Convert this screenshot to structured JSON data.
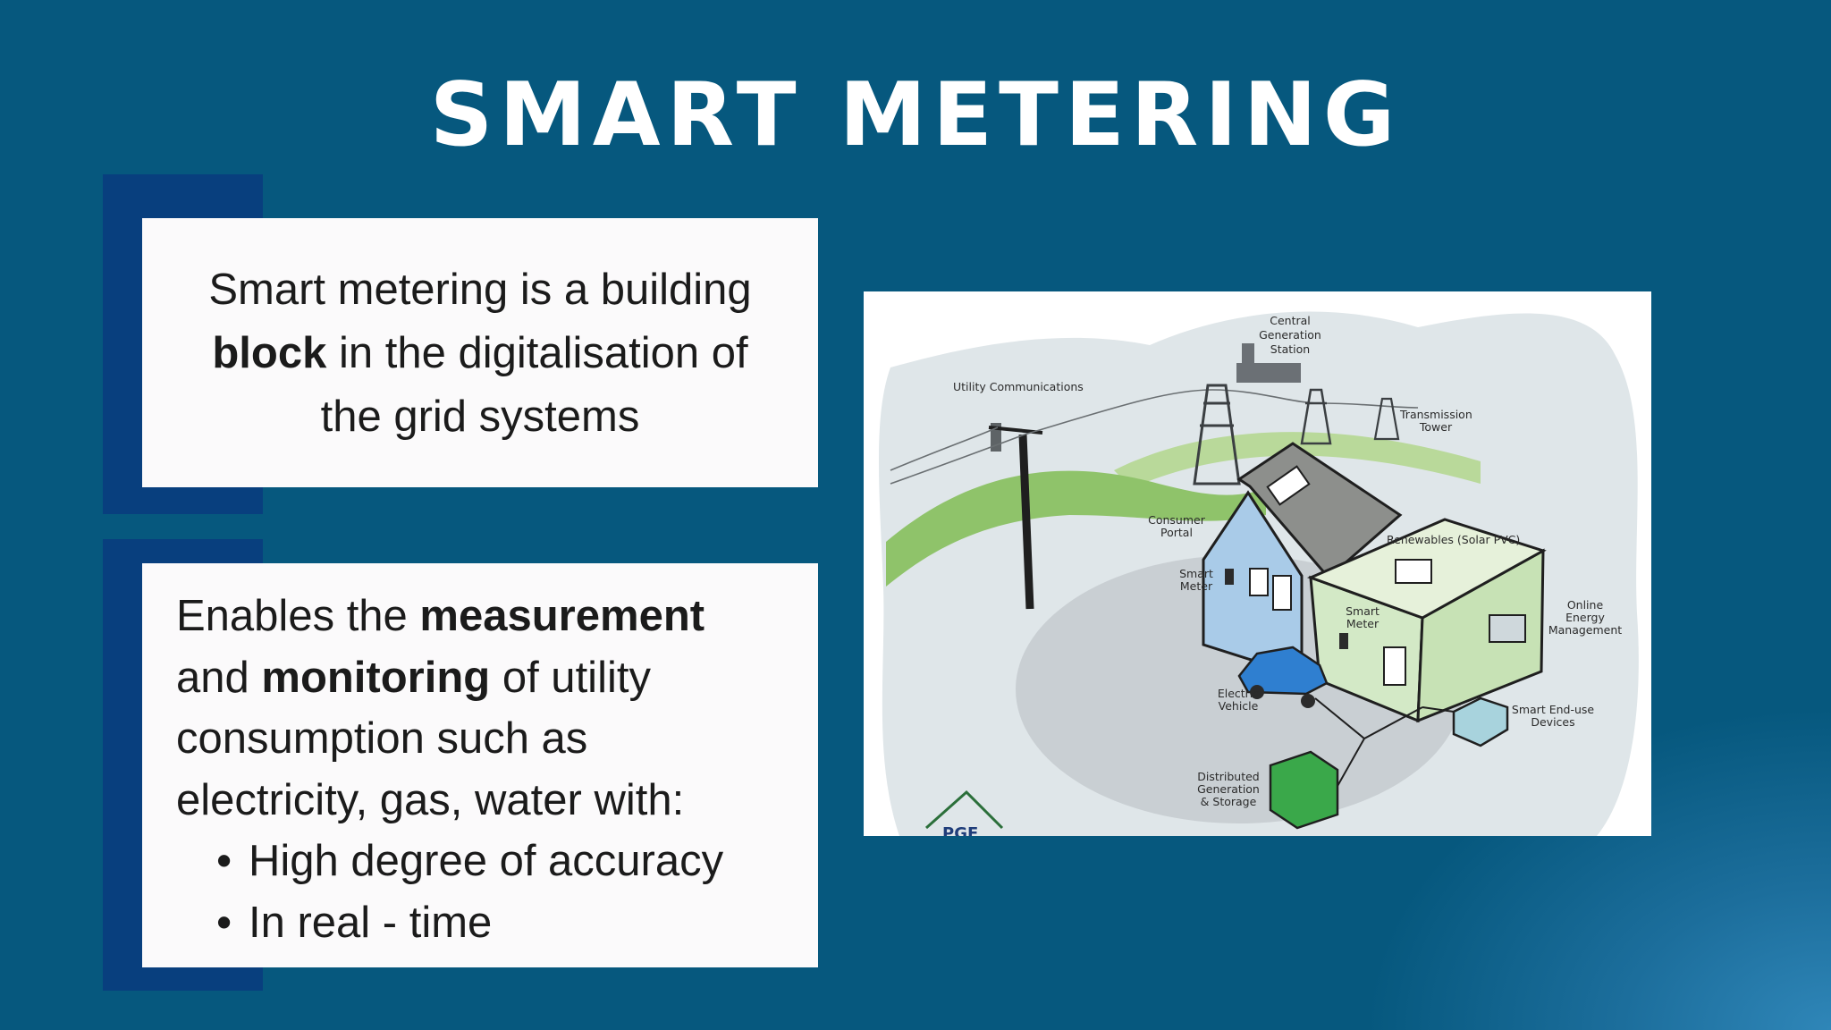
{
  "slide": {
    "title": "SMART METERING"
  },
  "card1": {
    "t1": "Smart metering is a building",
    "bold1": "block",
    "t2": " in the digitalisation of",
    "t3": "the grid systems"
  },
  "card2": {
    "t1": "Enables the ",
    "bold1": "measurement",
    "t2": "and ",
    "bold2": "monitoring",
    "t3": " of utility",
    "t4": "consumption such as",
    "t5": "electricity, gas, water with:",
    "bullets": [
      "High degree of accuracy",
      "In real - time"
    ]
  },
  "diagram": {
    "labels": {
      "central_1": "Central",
      "central_2": "Generation",
      "central_3": "Station",
      "utility_comm": "Utility Communications",
      "transmission_1": "Transmission",
      "transmission_2": "Tower",
      "consumer_1": "Consumer",
      "consumer_2": "Portal",
      "smart_meter_1a": "Smart",
      "smart_meter_1b": "Meter",
      "renewables": "Renewables (Solar PVC)",
      "smart_meter_2a": "Smart",
      "smart_meter_2b": "Meter",
      "online_1": "Online",
      "online_2": "Energy",
      "online_3": "Management",
      "ev_1": "Electric",
      "ev_2": "Vehicle",
      "enduse_1": "Smart End-use",
      "enduse_2": "Devices",
      "dist_1": "Distributed",
      "dist_2": "Generation",
      "dist_3": "& Storage",
      "logo_text": "PGE"
    }
  },
  "colors": {
    "background": "#06587e",
    "accent_bar": "#083f7e",
    "card": "#fbfafb",
    "title_text": "#ffffff"
  }
}
